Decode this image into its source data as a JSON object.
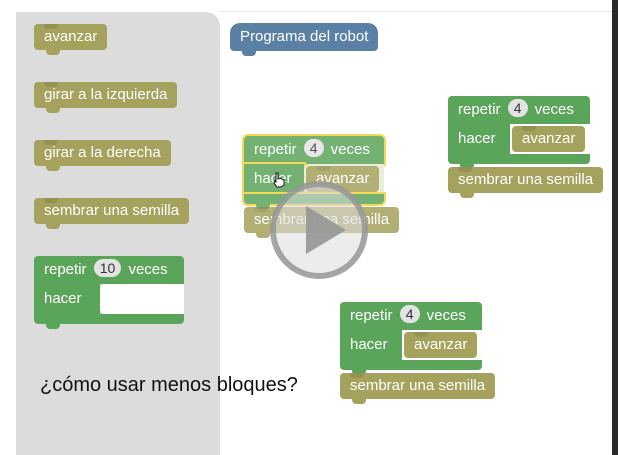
{
  "toolbox": {
    "blocks": [
      {
        "label": "avanzar"
      },
      {
        "label": "girar a la izquierda"
      },
      {
        "label": "girar a la derecha"
      },
      {
        "label": "sembrar una semilla"
      }
    ],
    "repeat": {
      "prefix": "repetir",
      "count": "10",
      "suffix": "veces",
      "do": "hacer"
    }
  },
  "workspace": {
    "program_hat": "Programa del robot",
    "stack_a": {
      "prefix": "repetir",
      "count": "4",
      "suffix": "veces",
      "do": "hacer",
      "inner": "avanzar",
      "after": "sembrar una semilla"
    },
    "stack_b": {
      "prefix": "repetir",
      "count": "4",
      "suffix": "veces",
      "do": "hacer",
      "inner": "avanzar",
      "after": "sembrar una semilla"
    },
    "stack_c": {
      "prefix": "repetir",
      "count": "4",
      "suffix": "veces",
      "do": "hacer",
      "inner": "avanzar",
      "after": "sembrar una semilla"
    }
  },
  "caption": "¿cómo usar menos bloques?",
  "colors": {
    "statement": "#a5a25d",
    "loop": "#5ba55b",
    "hat": "#5b80a5",
    "toolbox": "#dcdcdc",
    "highlight": "#f4d23c"
  },
  "icons": {
    "play": "play-icon",
    "cursor": "hand-cursor-icon"
  }
}
